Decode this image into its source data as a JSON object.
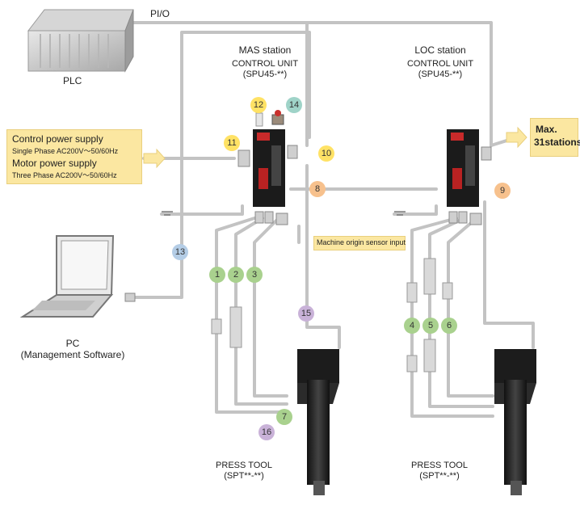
{
  "labels": {
    "pio": "PI/O",
    "plc": "PLC",
    "pc_line1": "PC",
    "pc_line2": "(Management Software)",
    "mas_title": "MAS station",
    "mas_cu": "CONTROL UNIT",
    "mas_model": "(SPU45-**)",
    "loc_title": "LOC station",
    "loc_cu": "CONTROL UNIT",
    "loc_model": "(SPU45-**)",
    "power_title1": "Control power supply",
    "power_sub1": "Single Phase AC200V～50/60Hz",
    "power_title2": "Motor power supply",
    "power_sub2": "Three Phase  AC200V～50/60Hz",
    "max_line1": "Max.",
    "max_line2": "31stations",
    "origin_sensor": "Machine origin sensor input",
    "press1_line1": "PRESS TOOL",
    "press1_line2": "(SPT**-**)",
    "press2_line1": "PRESS TOOL",
    "press2_line2": "(SPT**-**)"
  },
  "badges": {
    "b1": "1",
    "b2": "2",
    "b3": "3",
    "b4": "4",
    "b5": "5",
    "b6": "6",
    "b7": "7",
    "b8": "8",
    "b9": "9",
    "b10": "10",
    "b11": "11",
    "b12": "12",
    "b13": "13",
    "b14": "14",
    "b15": "15",
    "b16": "16"
  },
  "colors": {
    "cable": "#c3c3c3",
    "green": "#a9d18e",
    "yellow": "#ffe265",
    "orange": "#f7c18d",
    "blue": "#b4cde6",
    "purple": "#c9b2d8",
    "teal": "#9fd3c8",
    "callout": "#fbe7a1"
  }
}
